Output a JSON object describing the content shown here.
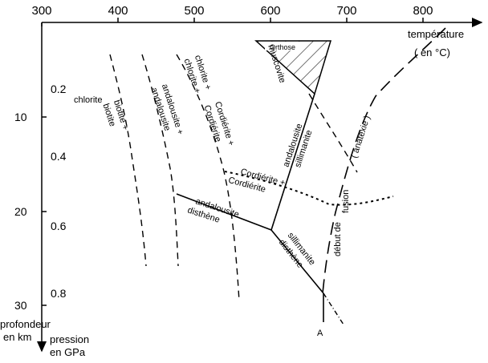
{
  "axes": {
    "temperature_ticks": [
      "300",
      "400",
      "500",
      "600",
      "700",
      "800"
    ],
    "temperature_title": "température",
    "temperature_unit": "( en °C)",
    "depth_ticks": [
      "10",
      "20",
      "30"
    ],
    "depth_title_1": "profondeur",
    "depth_title_2": "en km",
    "pressure_ticks": [
      "0.2",
      "0.4",
      "0.6",
      "0.8"
    ],
    "pressure_title_1": "pression",
    "pressure_title_2": "en GPa"
  },
  "labels": {
    "chlorite": "chlorite",
    "biotite_plus": "biotite +",
    "biotite": "biotite",
    "andalousite_plus": "andalousite +",
    "andalousite_a": "andalousite",
    "chlorite_plus": "chlorite +",
    "chlorite_b": "chlorite +",
    "cordierite_plus": "Cordiérite +",
    "cordierite": "Cordiérite",
    "orthose": "Orthose",
    "muscovite": "muscovite",
    "andalousite_b": "andalousite",
    "sillimanite": "sillimanite",
    "cordierite_plus_2": "Cordiérite +",
    "cordierite_2": "Cordiérite",
    "debut_de": "début de",
    "fusion": "fusion",
    "anatexie": "( anatexie )",
    "andalousite_c": "andalousite",
    "disthene": "disthène",
    "sillimanite_2": "sillimanite",
    "disthene_2": "disthène",
    "point_a": "A"
  }
}
